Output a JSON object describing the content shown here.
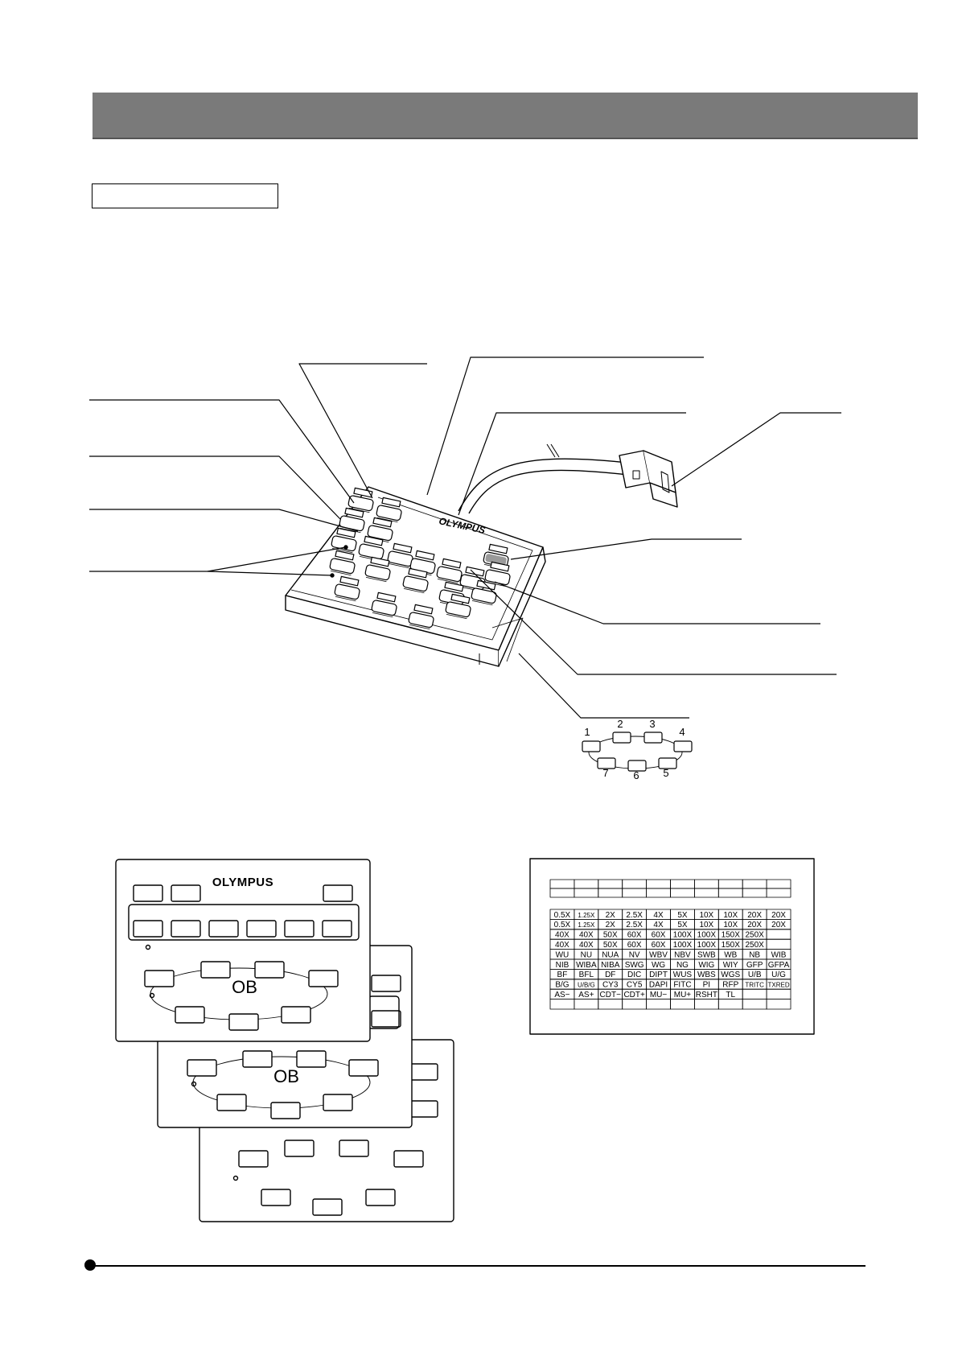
{
  "brand": {
    "name": "OLYMPUS"
  },
  "position_ring": [
    "1",
    "2",
    "3",
    "4",
    "5",
    "6",
    "7"
  ],
  "sheet_labels": {
    "ob": "OB"
  },
  "label_table": {
    "rows": [
      [
        "0.5X",
        "1.25X",
        "2X",
        "2.5X",
        "4X",
        "5X",
        "10X",
        "10X",
        "20X",
        "20X"
      ],
      [
        "0.5X",
        "1.25X",
        "2X",
        "2.5X",
        "4X",
        "5X",
        "10X",
        "10X",
        "20X",
        "20X"
      ],
      [
        "40X",
        "40X",
        "50X",
        "60X",
        "60X",
        "100X",
        "100X",
        "150X",
        "250X",
        ""
      ],
      [
        "40X",
        "40X",
        "50X",
        "60X",
        "60X",
        "100X",
        "100X",
        "150X",
        "250X",
        ""
      ],
      [
        "WU",
        "NU",
        "NUA",
        "NV",
        "WBV",
        "NBV",
        "SWB",
        "WB",
        "NB",
        "WIB"
      ],
      [
        "NIB",
        "WIBA",
        "NIBA",
        "SWG",
        "WG",
        "NG",
        "WIG",
        "WIY",
        "GFP",
        "GFPA"
      ],
      [
        "BF",
        "BFL",
        "DF",
        "DIC",
        "DIPT",
        "WUS",
        "WBS",
        "WGS",
        "U/B",
        "U/G"
      ],
      [
        "B/G",
        "U/B/G",
        "CY3",
        "CY5",
        "DAPI",
        "FITC",
        "PI",
        "RFP",
        "TRITC",
        "TXRED"
      ],
      [
        "AS−",
        "AS+",
        "CDT−",
        "CDT+",
        "MU−",
        "MU+",
        "RSHT",
        "TL",
        "",
        ""
      ],
      [
        "",
        "",
        "",
        "",
        "",
        "",
        "",
        "",
        "",
        ""
      ]
    ]
  }
}
